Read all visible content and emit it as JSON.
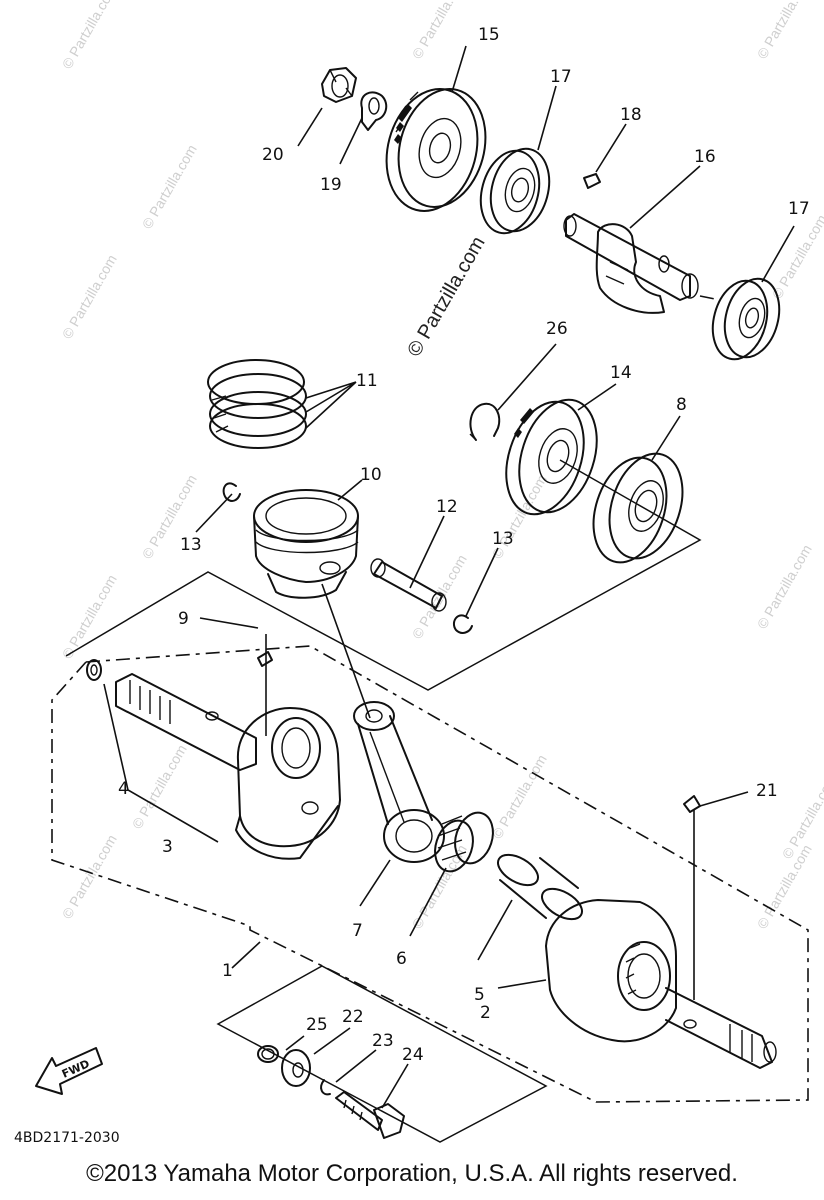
{
  "diagram": {
    "diagram_code": "4BD2171-2030",
    "fwd_label": "FWD",
    "callouts": [
      {
        "id": "c1",
        "label": "1"
      },
      {
        "id": "c2",
        "label": "2"
      },
      {
        "id": "c3",
        "label": "3"
      },
      {
        "id": "c4",
        "label": "4"
      },
      {
        "id": "c5",
        "label": "5"
      },
      {
        "id": "c6",
        "label": "6"
      },
      {
        "id": "c7",
        "label": "7"
      },
      {
        "id": "c8",
        "label": "8"
      },
      {
        "id": "c9",
        "label": "9"
      },
      {
        "id": "c10",
        "label": "10"
      },
      {
        "id": "c11",
        "label": "11"
      },
      {
        "id": "c12",
        "label": "12"
      },
      {
        "id": "c13a",
        "label": "13"
      },
      {
        "id": "c13b",
        "label": "13"
      },
      {
        "id": "c14",
        "label": "14"
      },
      {
        "id": "c15",
        "label": "15"
      },
      {
        "id": "c16",
        "label": "16"
      },
      {
        "id": "c17a",
        "label": "17"
      },
      {
        "id": "c17b",
        "label": "17"
      },
      {
        "id": "c18",
        "label": "18"
      },
      {
        "id": "c19",
        "label": "19"
      },
      {
        "id": "c20",
        "label": "20"
      },
      {
        "id": "c21",
        "label": "21"
      },
      {
        "id": "c22",
        "label": "22"
      },
      {
        "id": "c23",
        "label": "23"
      },
      {
        "id": "c24",
        "label": "24"
      },
      {
        "id": "c25",
        "label": "25"
      },
      {
        "id": "c26",
        "label": "26"
      }
    ]
  },
  "watermark": {
    "main": "© Partzilla.com",
    "small": "© Partzilla.com"
  },
  "footer": {
    "copyright": "©2013 Yamaha Motor Corporation, U.S.A. All rights reserved."
  }
}
